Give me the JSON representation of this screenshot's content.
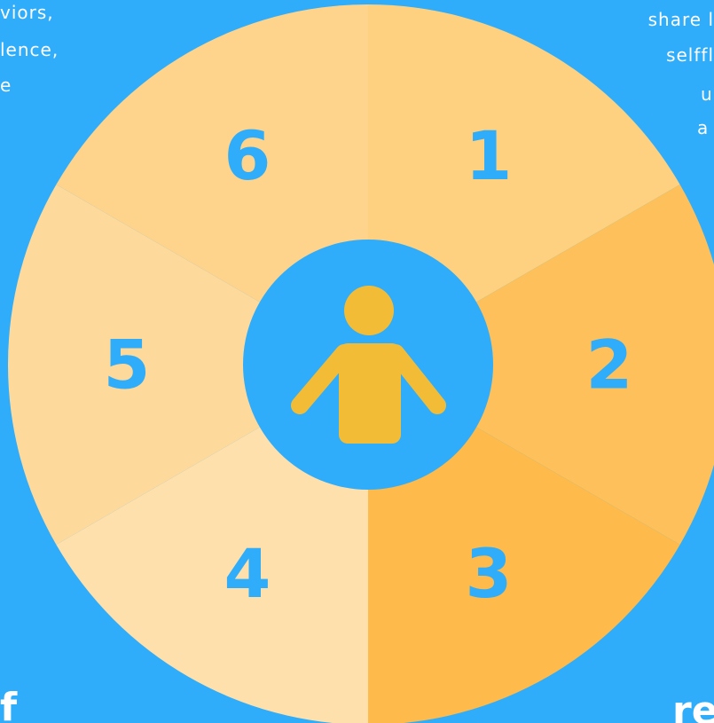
{
  "colors": {
    "background": "#2fadfa",
    "number_text": "#2fadfa",
    "person_icon": "#f3bc36",
    "snippet_text": "#ffffff"
  },
  "left_text": {
    "line1": "viors,",
    "line2": "lence,",
    "line3": "e",
    "bottom": "f"
  },
  "right_text": {
    "line1": "share l",
    "line2": "selffl",
    "line3": "u",
    "line4": "a",
    "bottom": "re"
  },
  "wheel": {
    "segments": [
      {
        "label": "1",
        "color": "#fdd180"
      },
      {
        "label": "2",
        "color": "#fec05a"
      },
      {
        "label": "3",
        "color": "#feba4a"
      },
      {
        "label": "4",
        "color": "#fee0ad"
      },
      {
        "label": "5",
        "color": "#fed99c"
      },
      {
        "label": "6",
        "color": "#fed38c"
      }
    ],
    "center_icon": "person-icon"
  }
}
